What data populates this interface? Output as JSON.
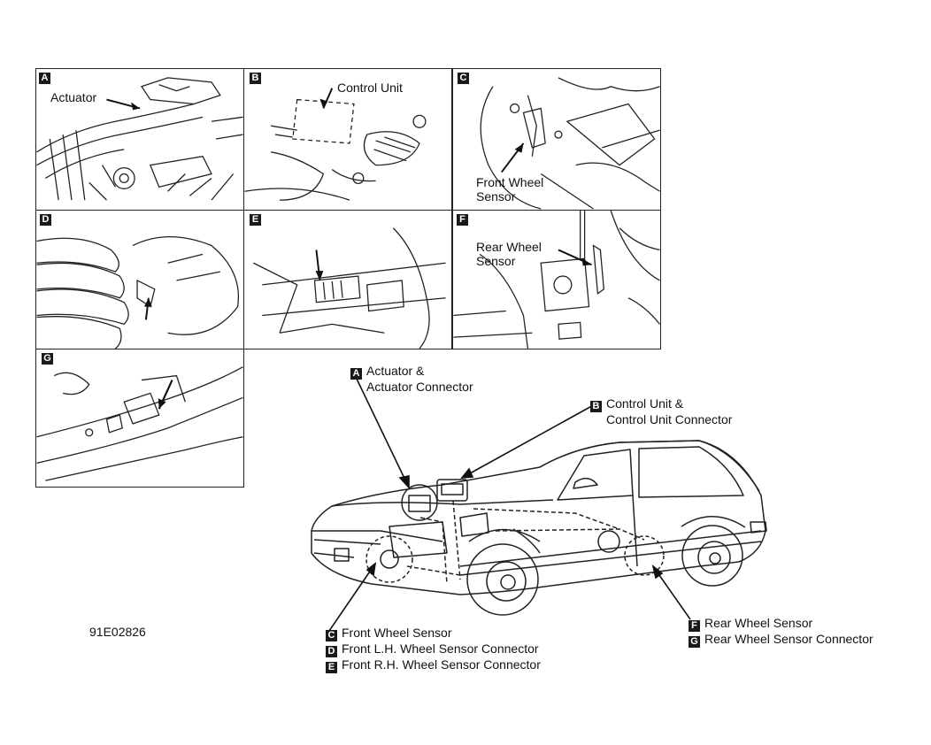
{
  "figure_id": "91E02826",
  "panels": [
    {
      "tag": "A",
      "label": "Actuator"
    },
    {
      "tag": "B",
      "label": "Control Unit"
    },
    {
      "tag": "C",
      "label": "Front Wheel\nSensor"
    },
    {
      "tag": "D",
      "label": ""
    },
    {
      "tag": "E",
      "label": ""
    },
    {
      "tag": "F",
      "label": "Rear Wheel\nSensor"
    },
    {
      "tag": "G",
      "label": ""
    }
  ],
  "callouts": {
    "a1": {
      "tag": "A",
      "line1": "Actuator &",
      "line2": "Actuator Connector"
    },
    "b1": {
      "tag": "B",
      "line1": "Control Unit &",
      "line2": "Control Unit Connector"
    },
    "c": {
      "tag": "C",
      "text": "Front Wheel Sensor"
    },
    "d": {
      "tag": "D",
      "text": "Front L.H. Wheel Sensor Connector"
    },
    "e": {
      "tag": "E",
      "text": "Front R.H. Wheel Sensor Connector"
    },
    "f": {
      "tag": "F",
      "text": "Rear Wheel Sensor"
    },
    "g": {
      "tag": "G",
      "text": "Rear Wheel Sensor Connector"
    }
  }
}
